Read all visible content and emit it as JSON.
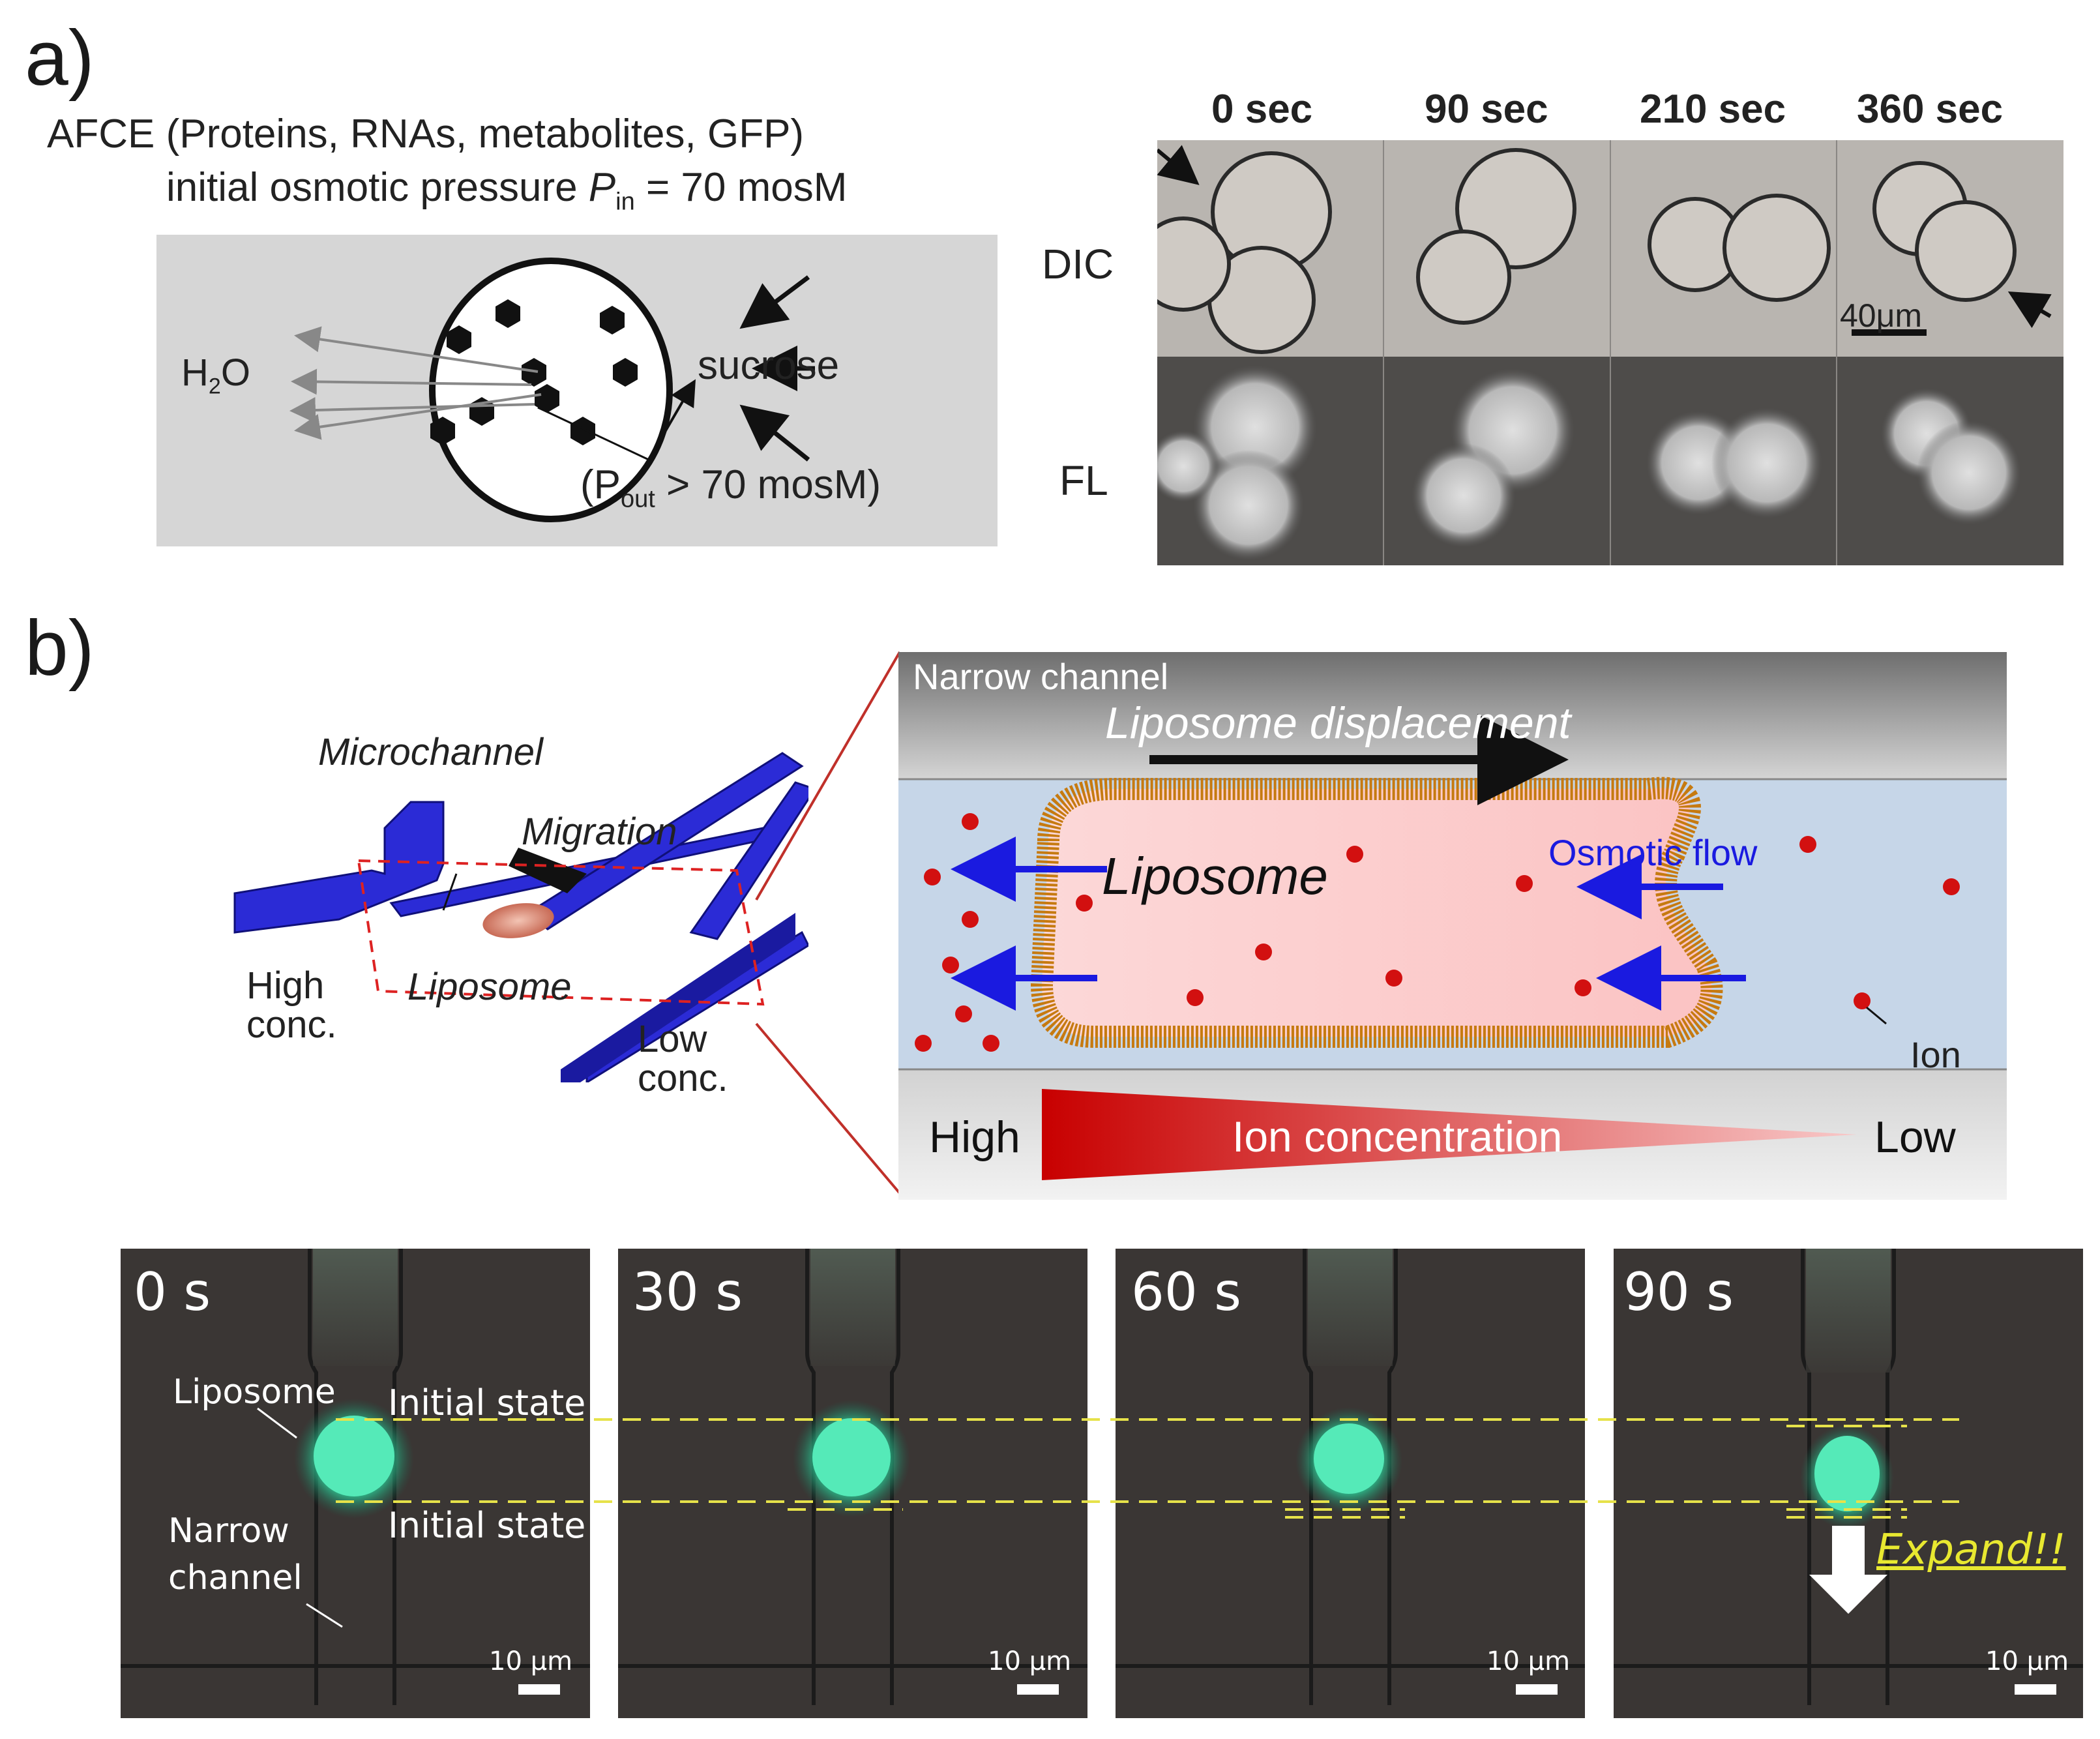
{
  "panel_a": {
    "letter": "a)",
    "title_line1": "AFCE (Proteins, RNAs, metabolites, GFP)",
    "title_line2_prefix": "initial osmotic pressure ",
    "title_line2_var": "P",
    "title_line2_sub": "in",
    "title_line2_suffix": " = 70 mosM",
    "water_main": "H",
    "water_sub": "2",
    "water_end": "O",
    "sucrose": "sucrose",
    "pout_open": "(P",
    "pout_sub": "out",
    "pout_rest": " > 70 mosM)",
    "times": [
      "0 sec",
      "90 sec",
      "210 sec",
      "360 sec"
    ],
    "rows": [
      "DIC",
      "FL"
    ],
    "scale": "40μm"
  },
  "panel_b": {
    "letter": "b)",
    "microchannel": "Microchannel",
    "migration": "Migration",
    "high_conc_1": "High",
    "high_conc_2": "conc.",
    "liposome_small": "Liposome",
    "low_conc_1": "Low",
    "low_conc_2": "conc.",
    "narrow_channel": "Narrow channel",
    "displacement": "Liposome displacement",
    "liposome_big": "Liposome",
    "osmotic_flow": "Osmotic flow",
    "ion": "Ion",
    "high": "High",
    "ion_concentration": "Ion concentration",
    "low": "Low"
  },
  "panel_c": {
    "times": [
      "0 s",
      "30 s",
      "60 s",
      "90 s"
    ],
    "liposome": "Liposome",
    "narrow_1": "Narrow",
    "narrow_2": "channel",
    "initial_state": "Initial state",
    "expand": "Expand!!",
    "scale": "10 μm"
  },
  "colors": {
    "channel_blue": "#2f2fd0",
    "gradient_red": "#d40000",
    "dash_yellow": "#e6e24a",
    "liposome_green": "#4fe7b4",
    "membrane_orange": "#d08a18"
  }
}
